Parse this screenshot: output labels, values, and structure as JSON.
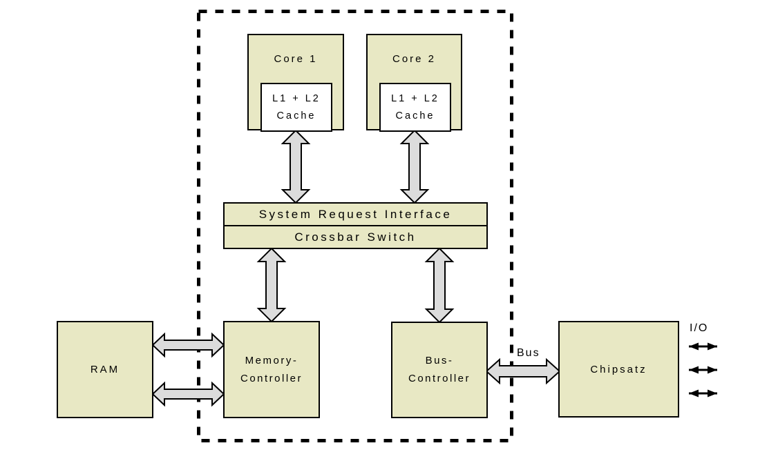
{
  "colors": {
    "node_fill": "#e8e8c4",
    "cache_fill": "#ffffff",
    "arrow_fill": "#dcdcdc",
    "line": "#000000"
  },
  "nodes": {
    "core1": {
      "label": "Core 1"
    },
    "core2": {
      "label": "Core 2"
    },
    "cache1": {
      "line1": "L1 + L2",
      "line2": "Cache"
    },
    "cache2": {
      "line1": "L1 + L2",
      "line2": "Cache"
    },
    "system_request_interface": {
      "label": "System Request Interface"
    },
    "crossbar_switch": {
      "label": "Crossbar Switch"
    },
    "ram": {
      "label": "RAM"
    },
    "memory_controller": {
      "line1": "Memory-",
      "line2": "Controller"
    },
    "bus_controller": {
      "line1": "Bus-",
      "line2": "Controller"
    },
    "chipsatz": {
      "label": "Chipsatz"
    }
  },
  "edge_labels": {
    "bus": "Bus",
    "io": "I/O"
  }
}
